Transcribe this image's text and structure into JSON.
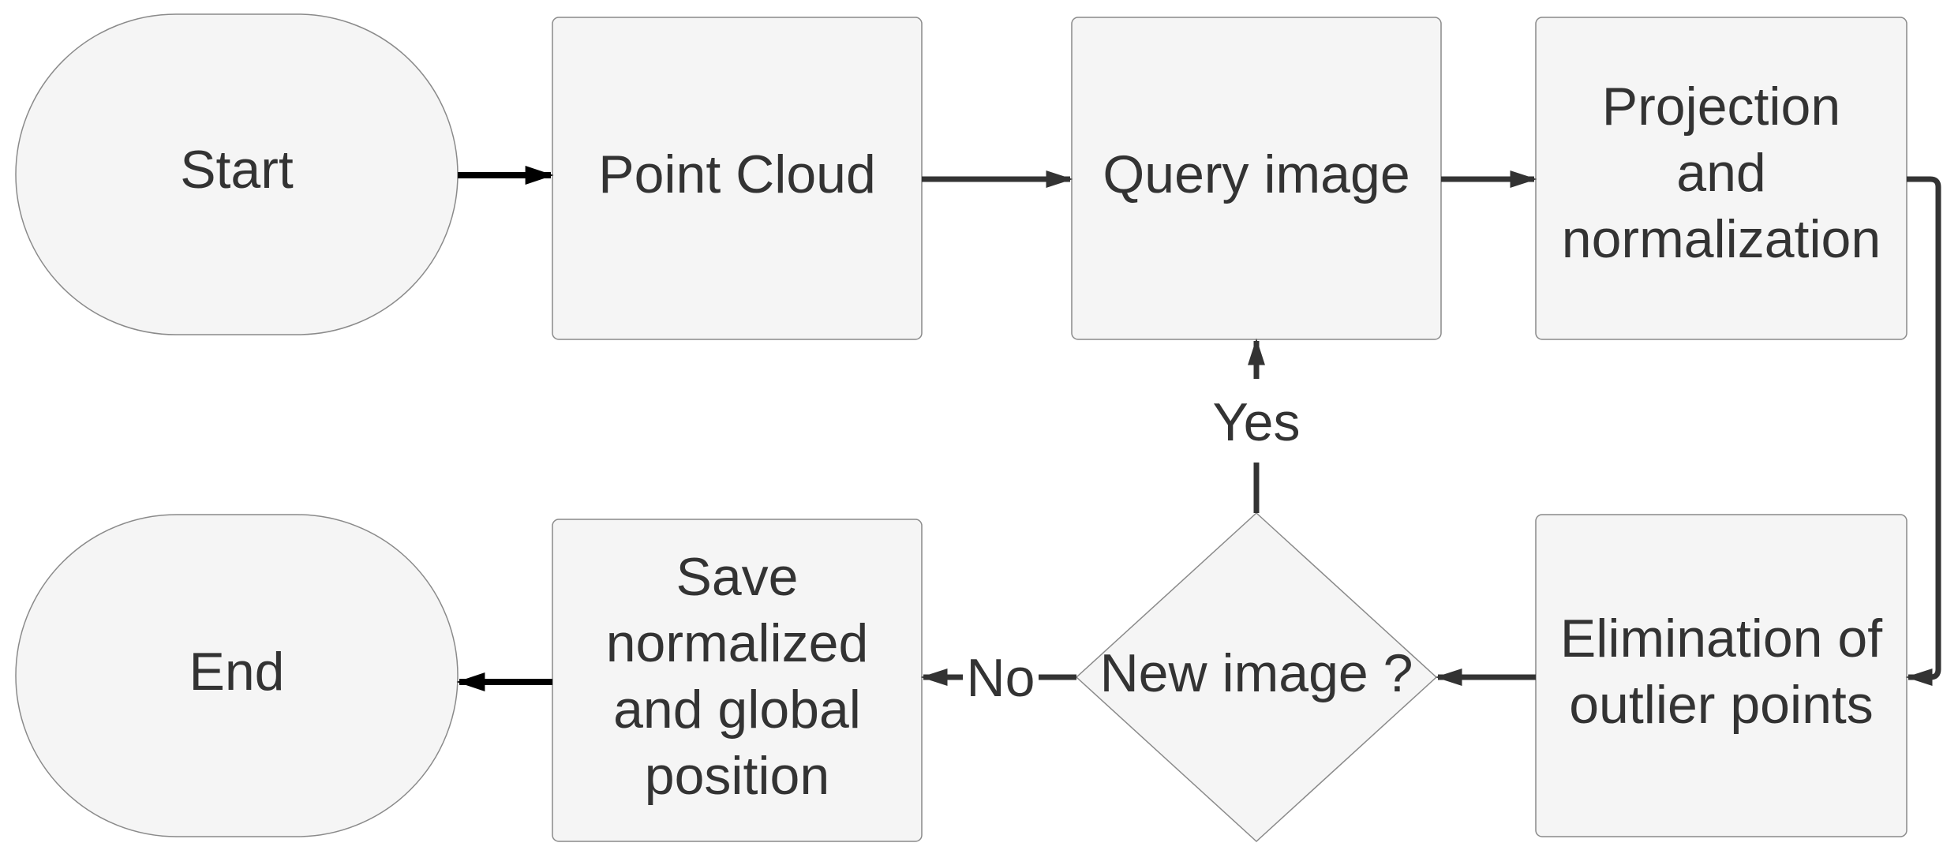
{
  "nodes": {
    "start": {
      "lines": [
        "Start"
      ]
    },
    "point_cloud": {
      "lines": [
        "Point Cloud"
      ]
    },
    "query_image": {
      "lines": [
        "Query image"
      ]
    },
    "projection": {
      "lines": [
        "Projection",
        "and",
        "normalization"
      ]
    },
    "elimination": {
      "lines": [
        "Elimination of",
        "outlier points"
      ]
    },
    "new_image": {
      "lines": [
        "New image ?"
      ]
    },
    "save": {
      "lines": [
        "Save",
        "normalized",
        "and global",
        "position"
      ]
    },
    "end": {
      "lines": [
        "End"
      ]
    }
  },
  "edges": {
    "yes_label": "Yes",
    "no_label": "No"
  }
}
